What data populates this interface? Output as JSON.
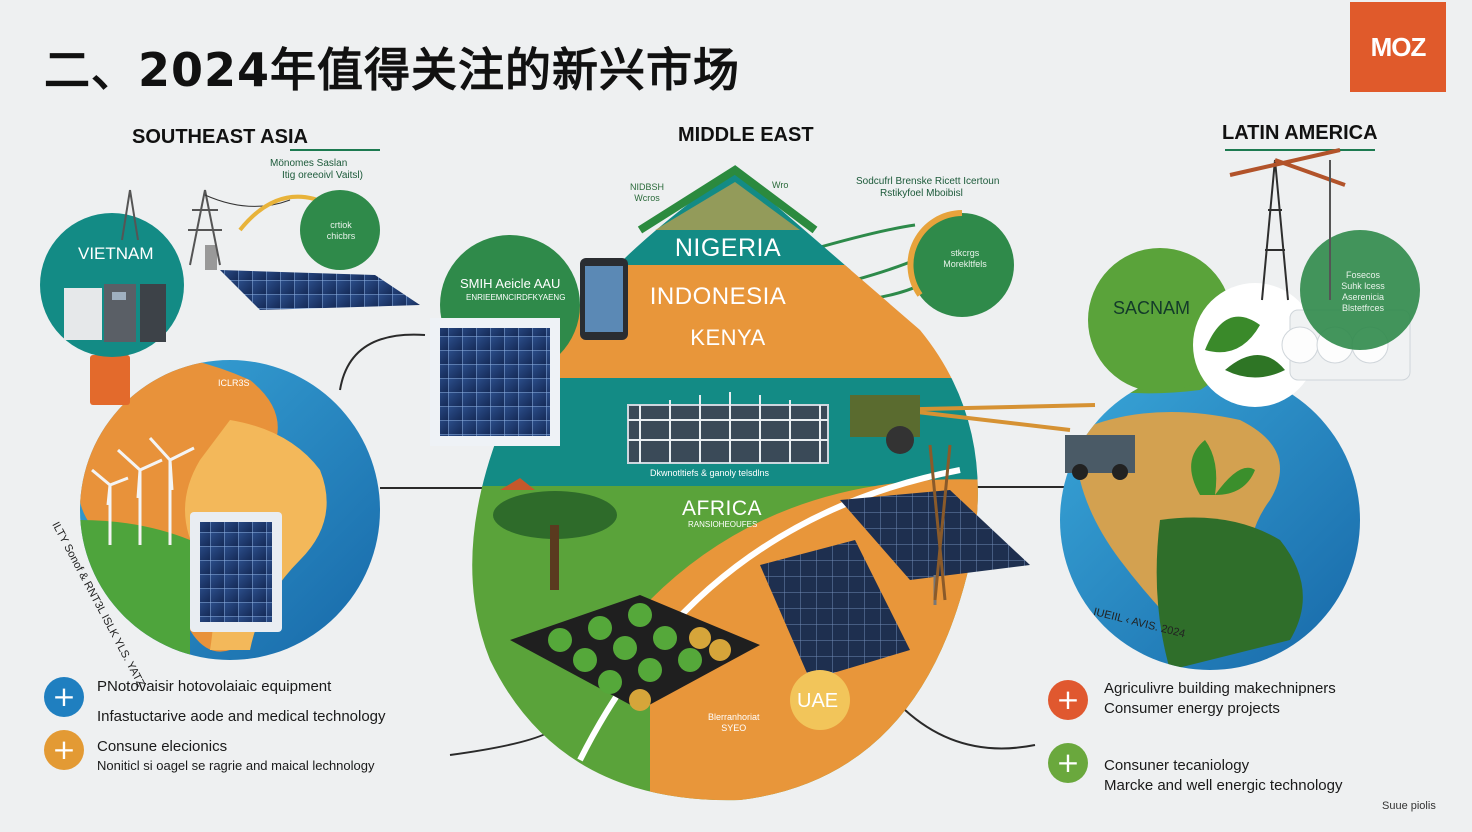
{
  "title": "二、2024年值得关注的新兴市场",
  "logo": "MOZ",
  "regions": {
    "southeast_asia": "SOUTHEAST ASIA",
    "middle_east": "MIDDLE EAST",
    "latin_america": "LATIN AMERICA"
  },
  "callouts": {
    "sea_note_1": "Mönomes Saslan",
    "sea_note_2": "Itig oreeoivl Vaitsl)",
    "sea_bubble": "crtiok\nchicbrs",
    "me_note_1": "Sodcufrl Brenske Ricett Icertoun",
    "me_note_2": "Rstikyfoel Mboibisl",
    "me_bubble": "stkcrgs\nMorekltfels",
    "roof_left": "NIDBSH\nWcros",
    "roof_right": "Wro",
    "smith_label": "SMIH Aeicle AAU",
    "smith_sub": "ENRIEEMNCIRDFKYAENG",
    "la_note": "Fosecos\nSuhk lcess\nAserenicia\nBlstetfrces",
    "sea_map_label": "ICLR3S",
    "infra_caption": "Dkwnotltiefs & ganoly telsdlns",
    "africa_sub": "RANSIOHEOUFES",
    "uae_note": "Blerranhoriat\nSYEO"
  },
  "countries": {
    "vietnam": "VIETNAM",
    "nigeria": "NIGERIA",
    "indonesia": "INDONESIA",
    "kenya": "KENYA",
    "africa": "AFRICA",
    "uae": "UAE",
    "sacnam": "SACNAM"
  },
  "arc_labels": {
    "left": "ILTY Sonof & RNT3L ISLK YLS. YATZ",
    "right": "IUEIIL ‹ AVIS. 2024"
  },
  "legend_left": [
    {
      "icon": "plus-icon",
      "lines": [
        "PNotovaisir hotovolaiaic equipment",
        "Infastuctarive aode and medical technology"
      ]
    },
    {
      "icon": "plus-icon",
      "lines": [
        "Consune elecionics",
        "Noniticl si oagel se ragrie and maical lechnology"
      ]
    }
  ],
  "legend_right": [
    {
      "icon": "plus-icon",
      "lines": [
        "Agriculivre building makechnipners",
        "Consumer energy projects"
      ]
    },
    {
      "icon": "plus-icon",
      "lines": [
        "Consuner tecaniology",
        "Marcke and well energic technology"
      ]
    }
  ],
  "source": "Suue piolis",
  "colors": {
    "teal": "#138b85",
    "green": "#5aa33a",
    "orange": "#e6913a",
    "blue": "#1f88c9",
    "logo": "#e05a2b",
    "plus_blue": "#1f7fc0",
    "plus_orange": "#e39a34",
    "plus_red": "#e0582f",
    "plus_green": "#6aa83d"
  }
}
